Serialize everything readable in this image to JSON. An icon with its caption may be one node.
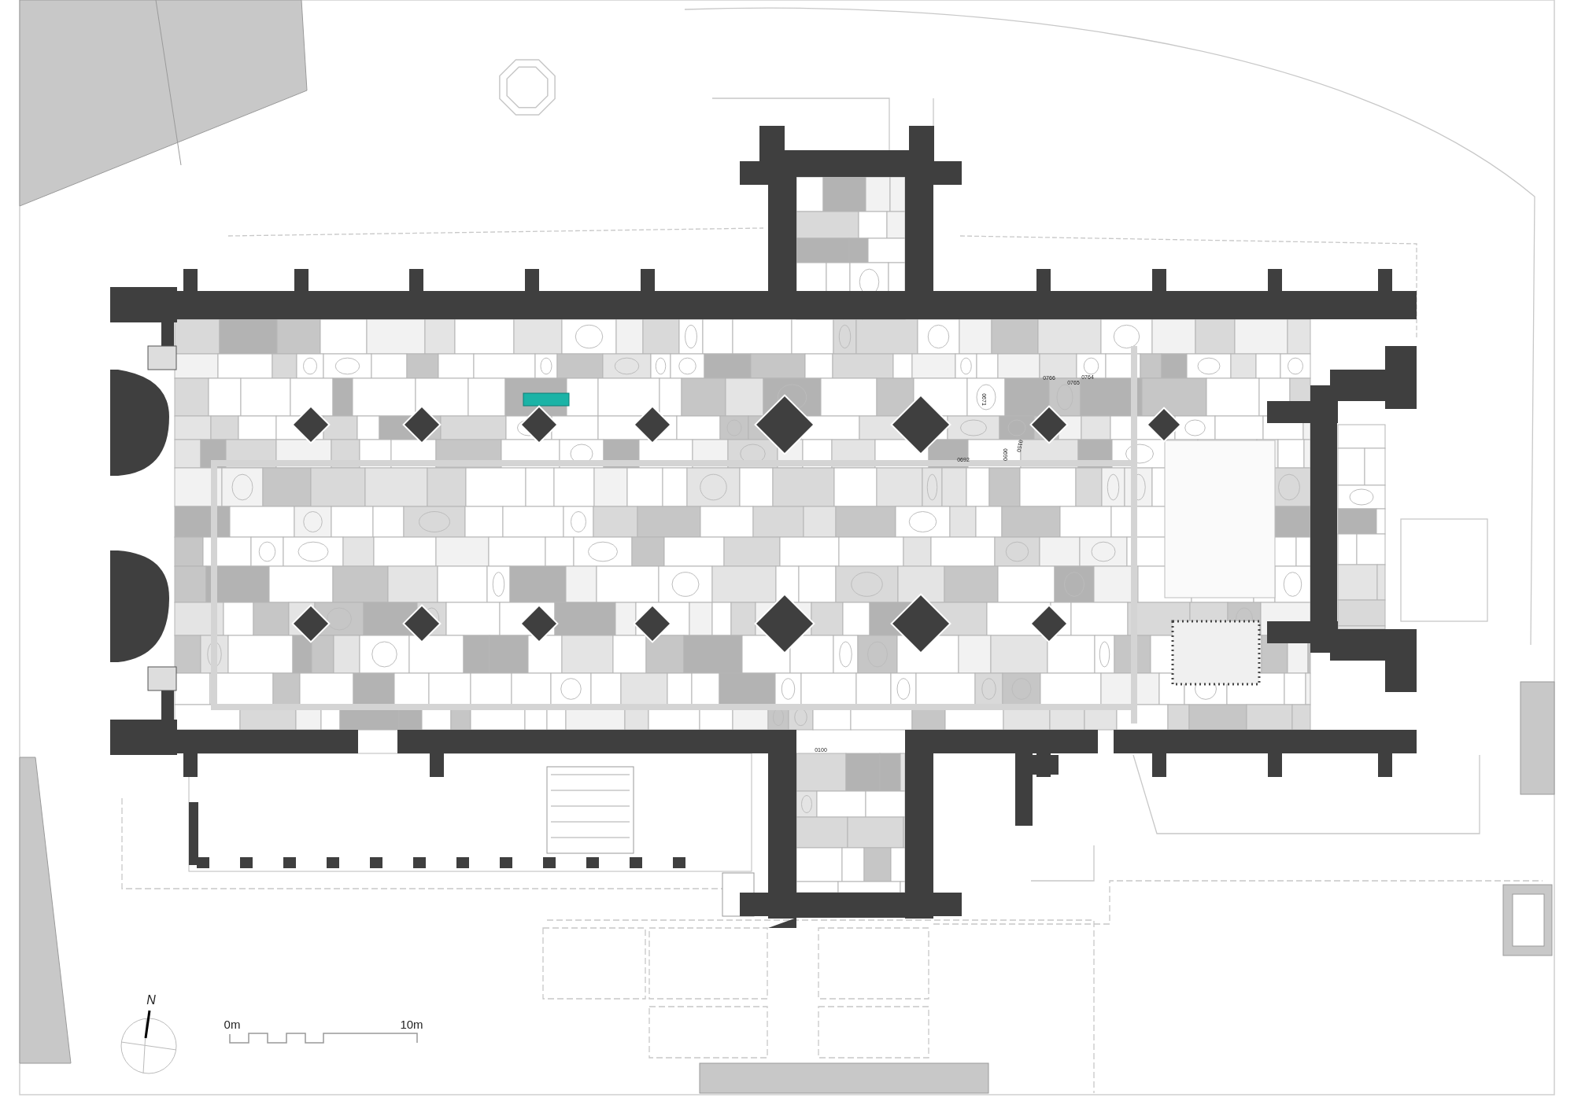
{
  "diagram": {
    "labels": [
      "0766",
      "0765",
      "0764",
      "0671",
      "0692",
      "0690",
      "0150",
      "0100",
      "N",
      "0m",
      "10m"
    ]
  }
}
